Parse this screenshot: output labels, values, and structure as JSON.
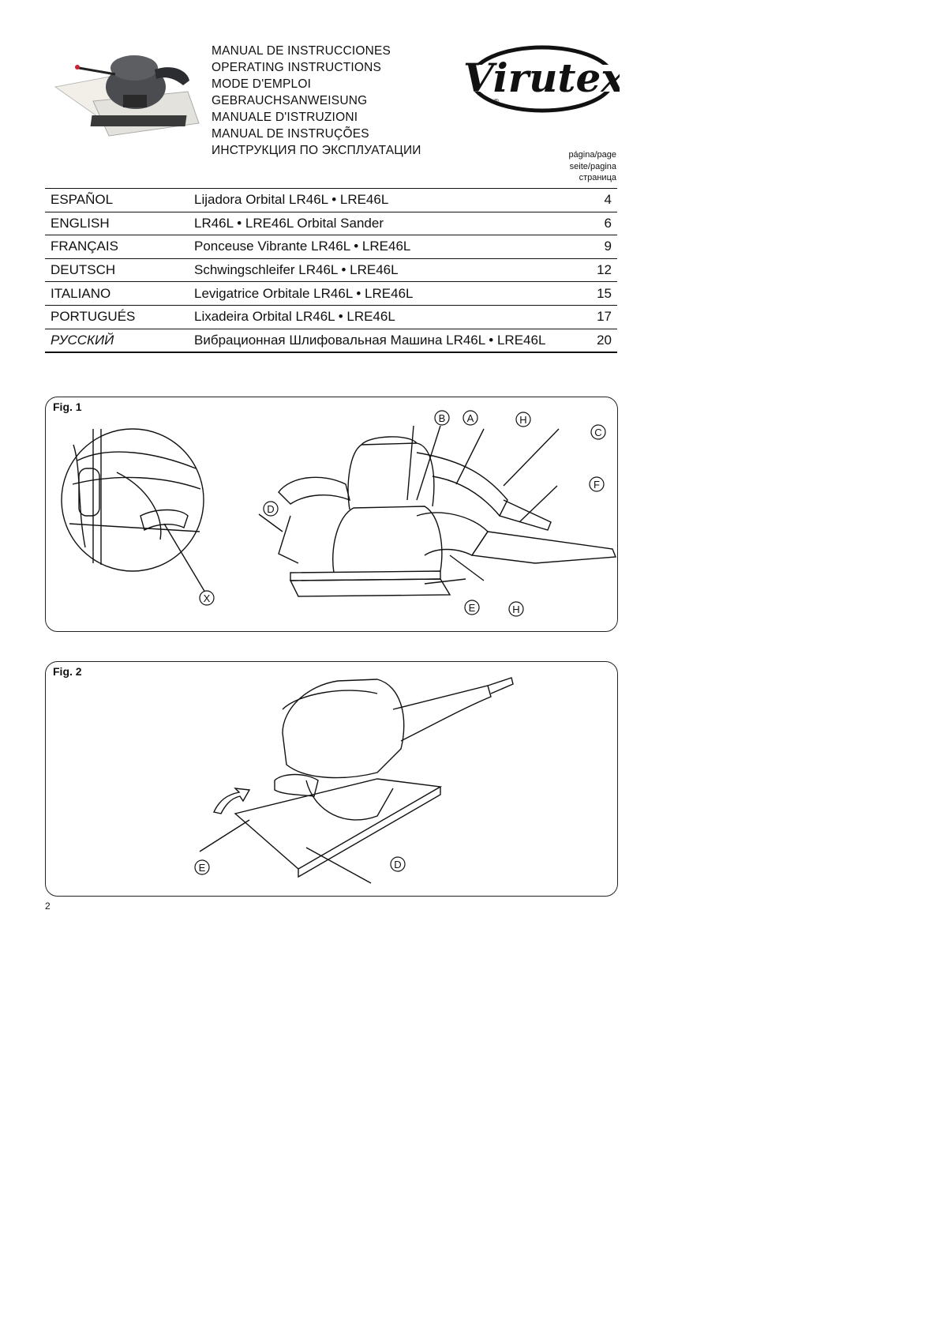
{
  "manual_titles": [
    "MANUAL DE INSTRUCCIONES",
    "OPERATING INSTRUCTIONS",
    "MODE D'EMPLOI",
    "GEBRAUCHSANWEISUNG",
    "MANUALE D'ISTRUZIONI",
    "MANUAL DE INSTRUÇÕES",
    "ИНСТРУКЦИЯ ПО ЭКСПЛУАТАЦИИ"
  ],
  "brand": {
    "logo_text": "Virutex",
    "registered": "®"
  },
  "page_header": [
    "página/page",
    "seite/pagina",
    "страница"
  ],
  "toc": [
    {
      "lang": "ESPAÑOL",
      "title": "Lijadora Orbital LR46L • LRE46L",
      "page": "4"
    },
    {
      "lang": "ENGLISH",
      "title": "LR46L • LRE46L Orbital Sander",
      "page": "6"
    },
    {
      "lang": "FRANÇAIS",
      "title": "Ponceuse Vibrante LR46L • LRE46L",
      "page": "9"
    },
    {
      "lang": "DEUTSCH",
      "title": "Schwingschleifer LR46L • LRE46L",
      "page": "12"
    },
    {
      "lang": "ITALIANO",
      "title": "Levigatrice Orbitale LR46L • LRE46L",
      "page": "15"
    },
    {
      "lang": "PORTUGUÉS",
      "title": "Lixadeira Orbital LR46L • LRE46L",
      "page": "17"
    },
    {
      "lang": "РУССКИЙ",
      "title": "Вибрационная Шлифовальная Машина LR46L • LRE46L",
      "page": "20"
    }
  ],
  "fig1": {
    "label": "Fig. 1",
    "callouts": {
      "A": "A",
      "B": "B",
      "C": "C",
      "D": "D",
      "E": "E",
      "F": "F",
      "H1": "H",
      "H2": "H",
      "X": "X"
    }
  },
  "fig2": {
    "label": "Fig. 2",
    "callouts": {
      "D": "D",
      "E": "E"
    }
  },
  "footer": {
    "page_number": "2"
  }
}
